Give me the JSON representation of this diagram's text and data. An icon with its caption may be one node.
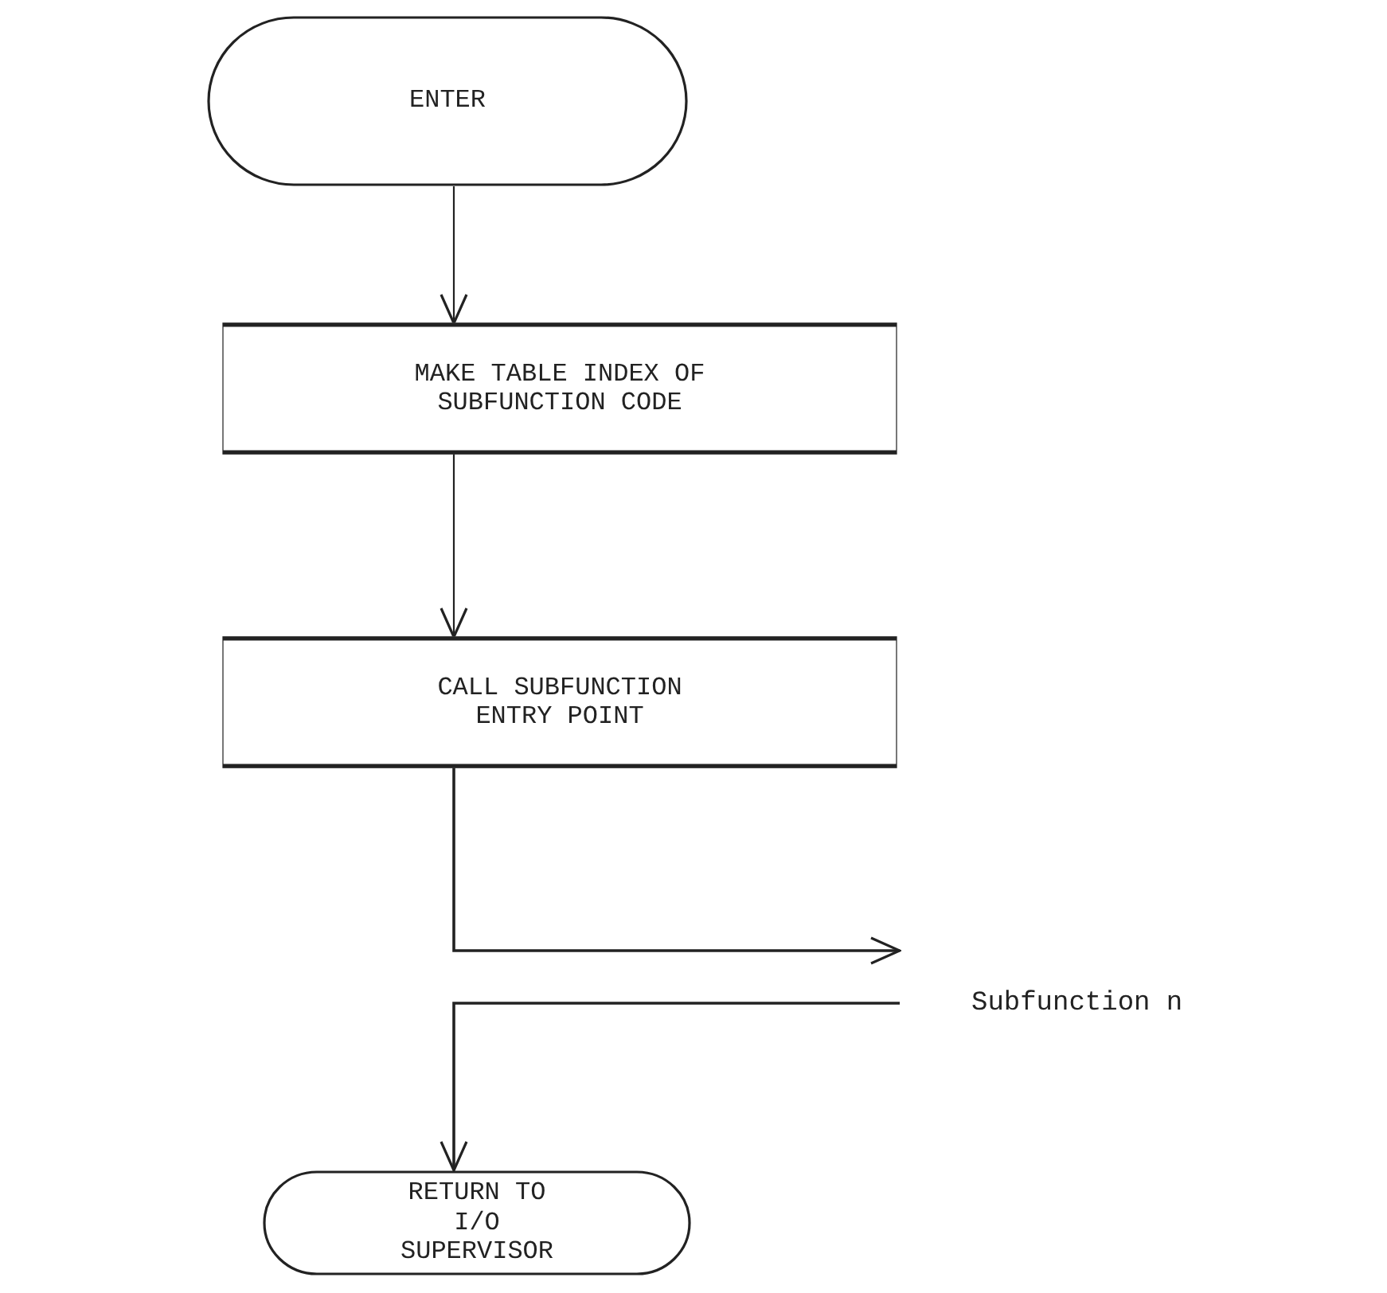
{
  "diagram": {
    "nodes": [
      {
        "text": [
          "ENTER"
        ]
      },
      {
        "text": [
          "MAKE TABLE INDEX OF SUBFUNCTION CODE"
        ]
      },
      {
        "text": [
          "CALL SUBFUNCTION ENTRY POINT"
        ]
      },
      {
        "text": [
          "Subfunction n"
        ]
      },
      {
        "text": [
          "RETURN TO I/O SUPERVISOR"
        ]
      }
    ],
    "edges": [
      {
        "from": 0,
        "to": 1,
        "arrow": "to"
      },
      {
        "from": 1,
        "to": 2,
        "arrow": "to"
      },
      {
        "from": 2,
        "to": 3,
        "arrow": "to"
      },
      {
        "from": 3,
        "to": 4,
        "arrow": "to"
      }
    ]
  }
}
